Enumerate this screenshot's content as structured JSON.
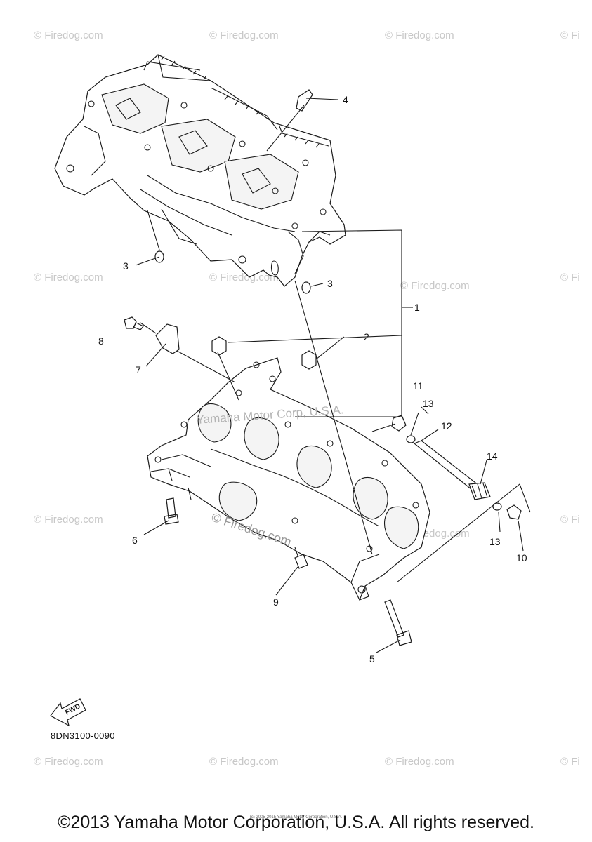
{
  "watermarks": [
    "© Firedog.com",
    "© Firedog.com",
    "© Firedog.com",
    "© Fi",
    "© Firedog.com",
    "© Firedog.com",
    "© Firedog.com",
    "© Fi",
    "© Firedog.com",
    "© Firedog.com",
    "© Fi",
    "© Firedog.com",
    "© Firedog.com",
    "© Firedog.com",
    "© Fi"
  ],
  "center_watermark": "© Firedog.com",
  "overlay_watermark": "Yamaha Motor Corp, U.S.A.",
  "callouts": [
    "1",
    "2",
    "3",
    "3",
    "4",
    "5",
    "6",
    "7",
    "8",
    "9",
    "10",
    "11",
    "12",
    "13",
    "13",
    "14"
  ],
  "fwd_label": "FWD",
  "part_number": "8DN3100-0090",
  "tiny_notice": "(c) 2005-2015 Yamaha Motor Corporation, U.S.A.",
  "copyright": "©2013 Yamaha Motor Corporation, U.S.A. All rights reserved."
}
